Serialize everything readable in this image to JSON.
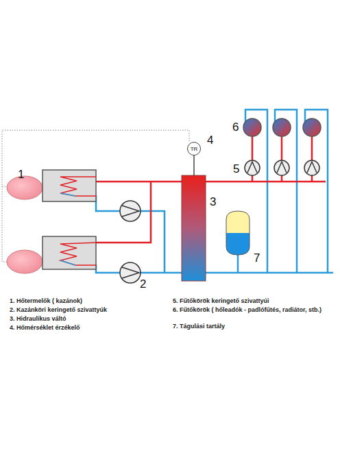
{
  "diagram": {
    "nodes": [
      {
        "text": [
          "TR"
        ]
      }
    ],
    "labels": [
      "1",
      "2",
      "3",
      "4",
      "5",
      "6",
      "7",
      "1. Hőtermelők ( kazánok)",
      "2. Kazánköri keringető szivattyúk",
      "3. Hidraulikus váltó",
      "4. Hőmérséklet érzékelő",
      "5. Fűtőkörök keringető szivattyúi",
      "6. Fűtőkörök ( hőleadók - padlófűtés, radiátor, stb.)",
      "7. Tágulási tartály"
    ]
  }
}
